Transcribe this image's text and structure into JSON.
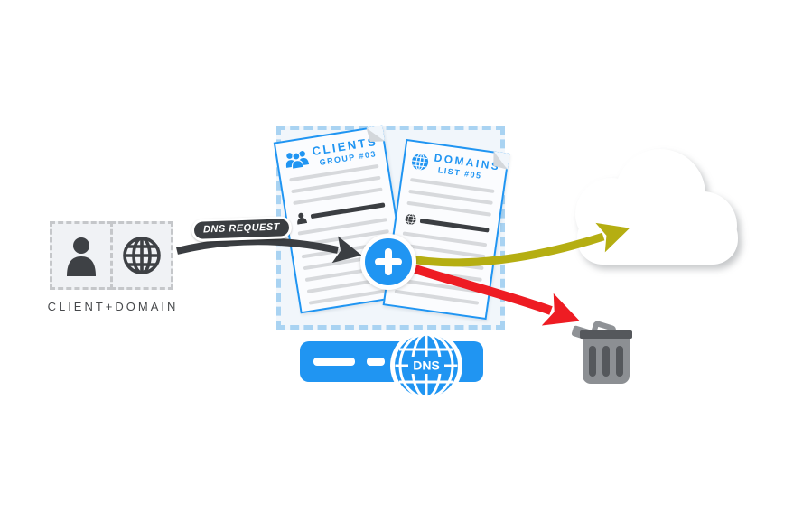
{
  "diagram": {
    "client": {
      "label": "CLIENT+DOMAIN",
      "icons": [
        "person-icon",
        "globe-icon"
      ]
    },
    "request": {
      "label": "DNS REQUEST"
    },
    "docs": [
      {
        "title": "CLIENTS",
        "subtitle": "GROUP #03",
        "icon": "people-group-icon"
      },
      {
        "title": "DOMAINS",
        "subtitle": "LIST #05",
        "icon": "globe-icon"
      }
    ],
    "merge_node": {
      "icon": "plus-icon"
    },
    "server": {
      "label": "DNS",
      "icon": "globe-icon"
    },
    "destinations": [
      {
        "name": "cloud",
        "icon": "cloud-icon",
        "arrow_color": "#b5ae12"
      },
      {
        "name": "trash",
        "icon": "trash-icon",
        "arrow_color": "#ee1c23"
      }
    ],
    "colors": {
      "primary_blue": "#2095f2",
      "dash_blue": "#a9d3f2",
      "panel_fill": "#f1f6fb",
      "dark": "#3b3e42",
      "olive_arrow": "#b5ae12",
      "red_arrow": "#ee1c23",
      "trash_gray": "#8c8f93"
    }
  }
}
